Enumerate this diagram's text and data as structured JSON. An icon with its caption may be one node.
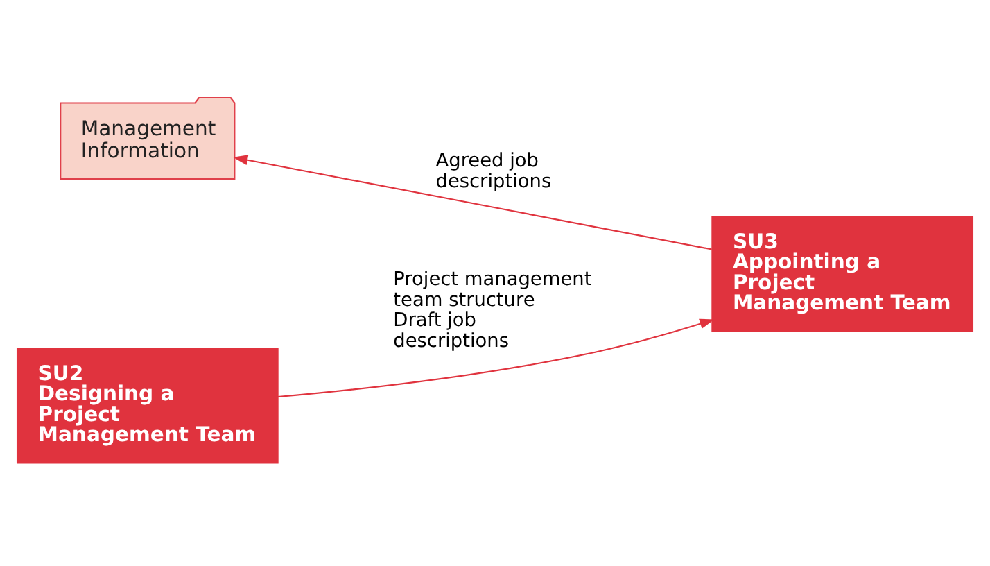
{
  "diagram": {
    "nodes": [
      {
        "text": [
          "Management Information"
        ]
      },
      {
        "text": [
          "SU3",
          "Appointing a Project Management Team"
        ]
      },
      {
        "text": [
          "SU2",
          "Designing a Project Management Team"
        ]
      }
    ],
    "edges": [
      {
        "from": 1,
        "to": 0,
        "arrow": "to",
        "label": "Agreed job descriptions"
      },
      {
        "from": 2,
        "to": 1,
        "arrow": "to",
        "label": "Project management team structure Draft job descriptions"
      }
    ]
  }
}
